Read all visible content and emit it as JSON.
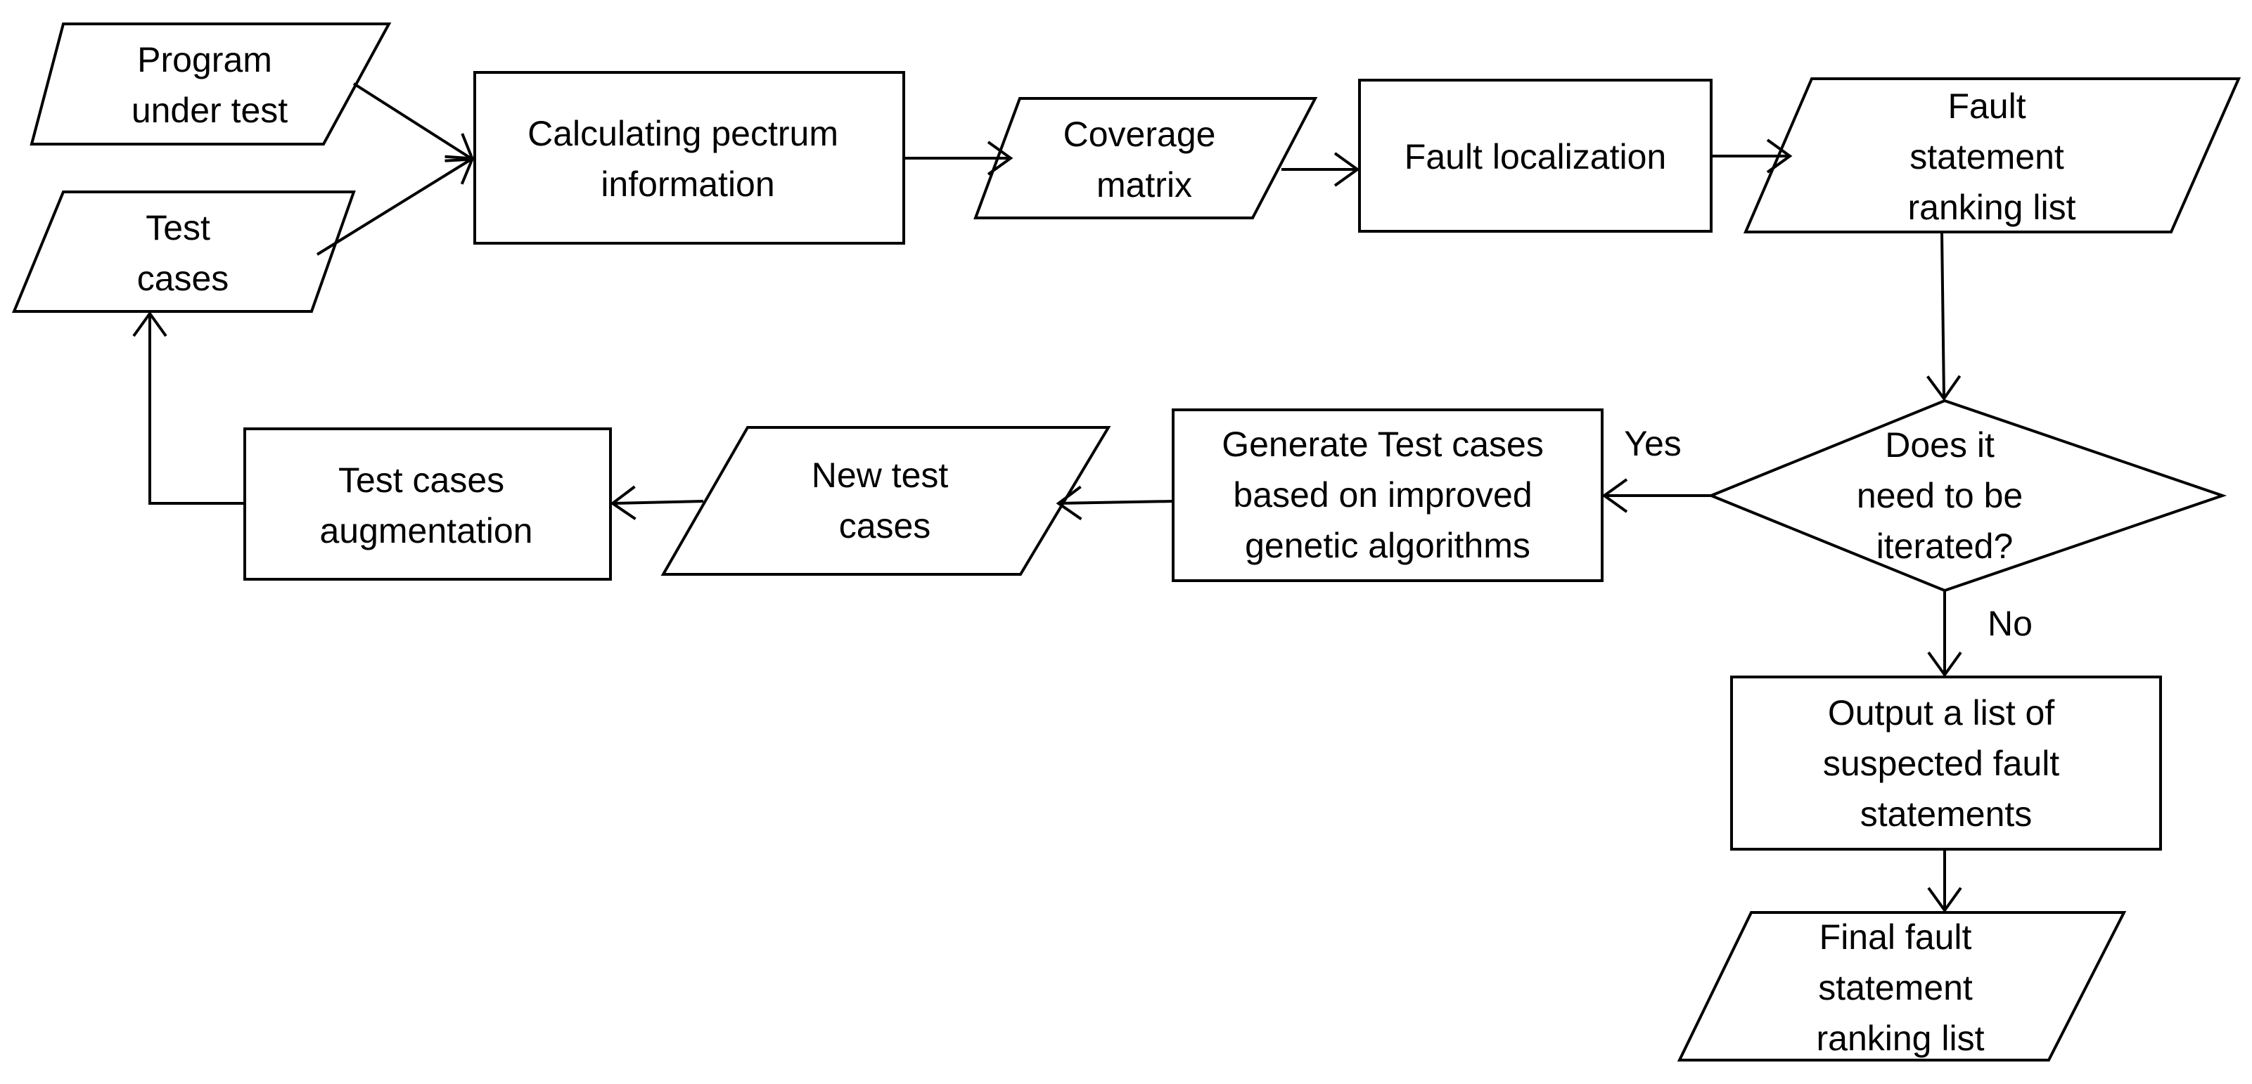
{
  "diagram": {
    "nodes": {
      "program_under_test": {
        "lines": [
          "Program",
          "under test"
        ]
      },
      "test_cases": {
        "lines": [
          "Test",
          "cases"
        ]
      },
      "calculating_spectrum": {
        "lines": [
          "Calculating pectrum",
          "information"
        ]
      },
      "coverage_matrix": {
        "lines": [
          "Coverage",
          "matrix"
        ]
      },
      "fault_localization": {
        "lines": [
          "Fault localization"
        ]
      },
      "fault_ranking_list": {
        "lines": [
          "Fault",
          "statement",
          "ranking list"
        ]
      },
      "iterate_decision": {
        "lines": [
          "Does it",
          "need to be",
          "iterated?"
        ]
      },
      "generate_test_cases": {
        "lines": [
          "Generate Test cases",
          "based on improved",
          "genetic algorithms"
        ]
      },
      "new_test_cases": {
        "lines": [
          "New test",
          "cases"
        ]
      },
      "test_cases_augmentation": {
        "lines": [
          "Test cases",
          "augmentation"
        ]
      },
      "output_suspected": {
        "lines": [
          "Output a list of",
          "suspected fault",
          "statements"
        ]
      },
      "final_ranking_list": {
        "lines": [
          "Final fault",
          "statement",
          "ranking list"
        ]
      }
    },
    "edge_labels": {
      "yes": "Yes",
      "no": "No"
    }
  }
}
